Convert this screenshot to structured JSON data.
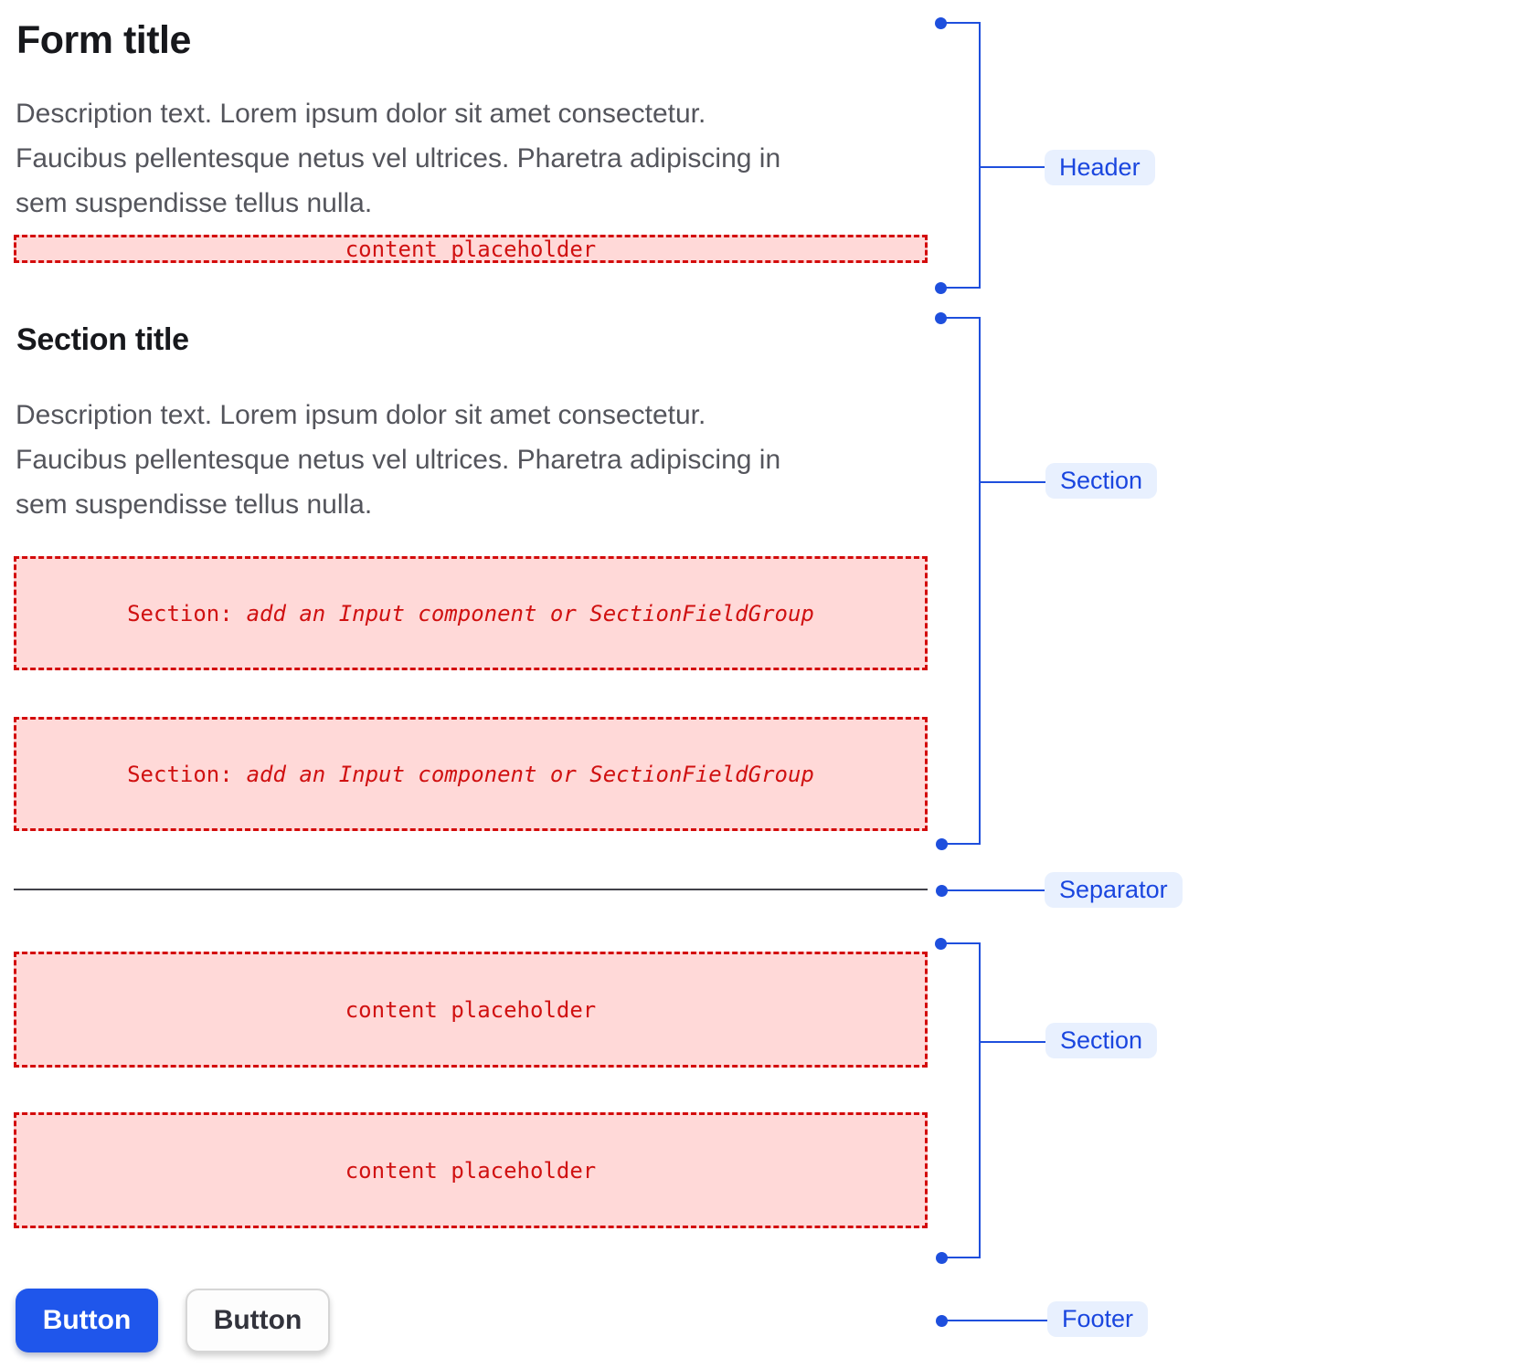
{
  "colors": {
    "accent_blue": "#1e4fdd",
    "annotation_label_bg": "#e8f0fe",
    "annotation_label_text": "#1a46df",
    "slot_bg": "#ffd9d8",
    "slot_border": "#d30b0b",
    "slot_text": "#d01111",
    "title_text": "#17181c",
    "description_text": "#54555c",
    "separator_line": "#414149",
    "primary_button_bg": "#1f56eb",
    "primary_button_text": "#ffffff",
    "secondary_button_bg": "#fdfdfd",
    "secondary_button_text": "#32333c",
    "secondary_button_border": "#d6d6d6"
  },
  "form": {
    "header": {
      "title": "Form title",
      "description": "Description text. Lorem ipsum dolor sit amet consectetur.\nFaucibus pellentesque netus vel ultrices. Pharetra adipiscing in\nsem suspendisse tellus nulla.",
      "content_placeholder": "content placeholder"
    },
    "section": {
      "title": "Section title",
      "description": "Description text. Lorem ipsum dolor sit amet consectetur.\nFaucibus pellentesque netus vel ultrices. Pharetra adipiscing in\nsem suspendisse tellus nulla.",
      "slots": [
        {
          "prefix": "Section:",
          "instruction": "add an Input component or SectionFieldGroup"
        },
        {
          "prefix": "Section:",
          "instruction": "add an Input component or SectionFieldGroup"
        }
      ]
    },
    "content_section": {
      "placeholders": [
        "content placeholder",
        "content placeholder"
      ]
    },
    "footer": {
      "primary_button_label": "Button",
      "secondary_button_label": "Button"
    }
  },
  "annotations": {
    "header": "Header",
    "section_top": "Section",
    "separator": "Separator",
    "section_bottom": "Section",
    "footer": "Footer"
  }
}
